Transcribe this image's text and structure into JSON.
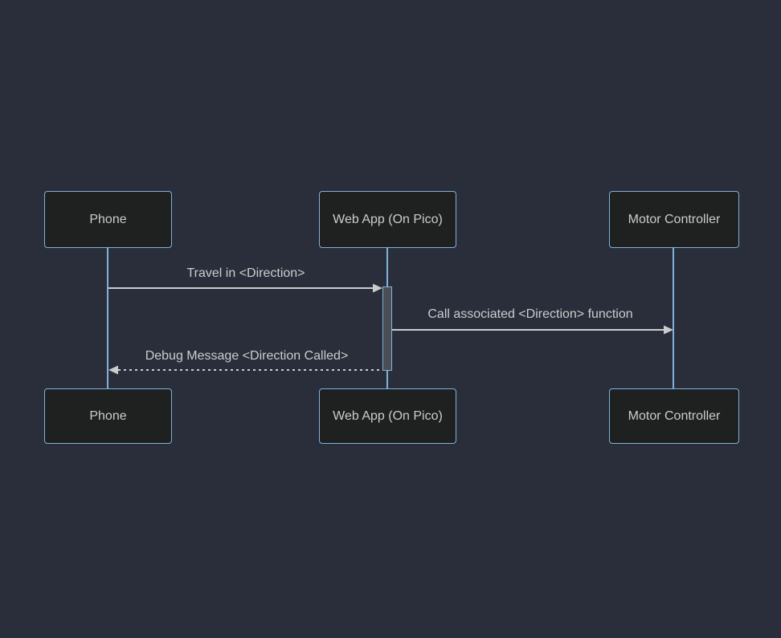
{
  "diagram": {
    "type": "sequence-diagram",
    "actors": [
      {
        "id": "phone",
        "label": "Phone"
      },
      {
        "id": "webapp",
        "label": "Web App (On Pico)"
      },
      {
        "id": "motor",
        "label": "Motor Controller"
      }
    ],
    "messages": [
      {
        "index": 1,
        "from": "phone",
        "to": "webapp",
        "line": "solid",
        "text": "Travel in <Direction>"
      },
      {
        "index": 2,
        "from": "webapp",
        "to": "motor",
        "line": "solid",
        "text": "Call associated <Direction> function"
      },
      {
        "index": 3,
        "from": "webapp",
        "to": "phone",
        "line": "dashed",
        "text": "Debug Message <Direction Called>"
      }
    ],
    "colors": {
      "background": "#292e3a",
      "actor_fill": "#1f2020",
      "actor_border": "#81b1db",
      "actor_text": "#cccccc",
      "lifeline": "#81b1db",
      "activation_fill": "#4a4e54",
      "activation_border": "#81b1db",
      "signal_line": "#cccccc",
      "signal_text": "#cccccc"
    }
  }
}
